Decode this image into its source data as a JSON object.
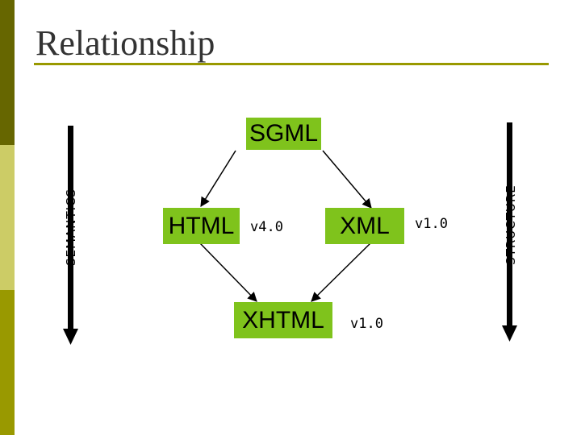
{
  "slide": {
    "title": "Relationship"
  },
  "nodes": {
    "sgml": {
      "label": "SGML"
    },
    "html": {
      "label": "HTML",
      "version": "v4.0"
    },
    "xml": {
      "label": "XML",
      "version": "v1.0"
    },
    "xhtml": {
      "label": "XHTML",
      "version": "v1.0"
    }
  },
  "axes": {
    "left": {
      "label": "SEMANTICS"
    },
    "right": {
      "label": "STRUCTURE"
    }
  },
  "colors": {
    "box_fill": "#7fc31c",
    "accent": "#999900",
    "sidebar_dark": "#666600",
    "sidebar_light": "#cccc66"
  }
}
